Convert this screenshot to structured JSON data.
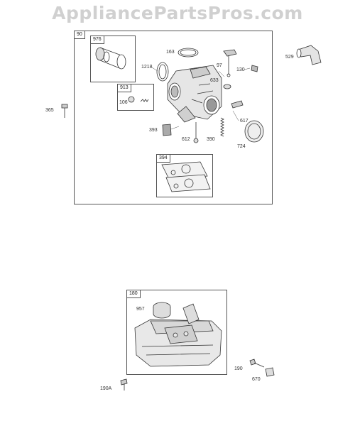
{
  "watermark": "AppliancePartsPros.com",
  "diagram_top": {
    "assembly_label": "90",
    "subassemblies": [
      {
        "id": "976",
        "part": "air-intake-tube"
      },
      {
        "id": "913",
        "part": "choke-assembly",
        "inner_label": "106"
      },
      {
        "id": "394",
        "part": "diaphragm-gasket-kit"
      }
    ],
    "part_labels": [
      "163",
      "1218",
      "97",
      "130",
      "633",
      "617",
      "393",
      "612",
      "390",
      "724",
      "529",
      "365"
    ]
  },
  "diagram_bottom": {
    "assembly_label": "180",
    "part_labels": [
      "957",
      "190",
      "670",
      "190A"
    ]
  }
}
